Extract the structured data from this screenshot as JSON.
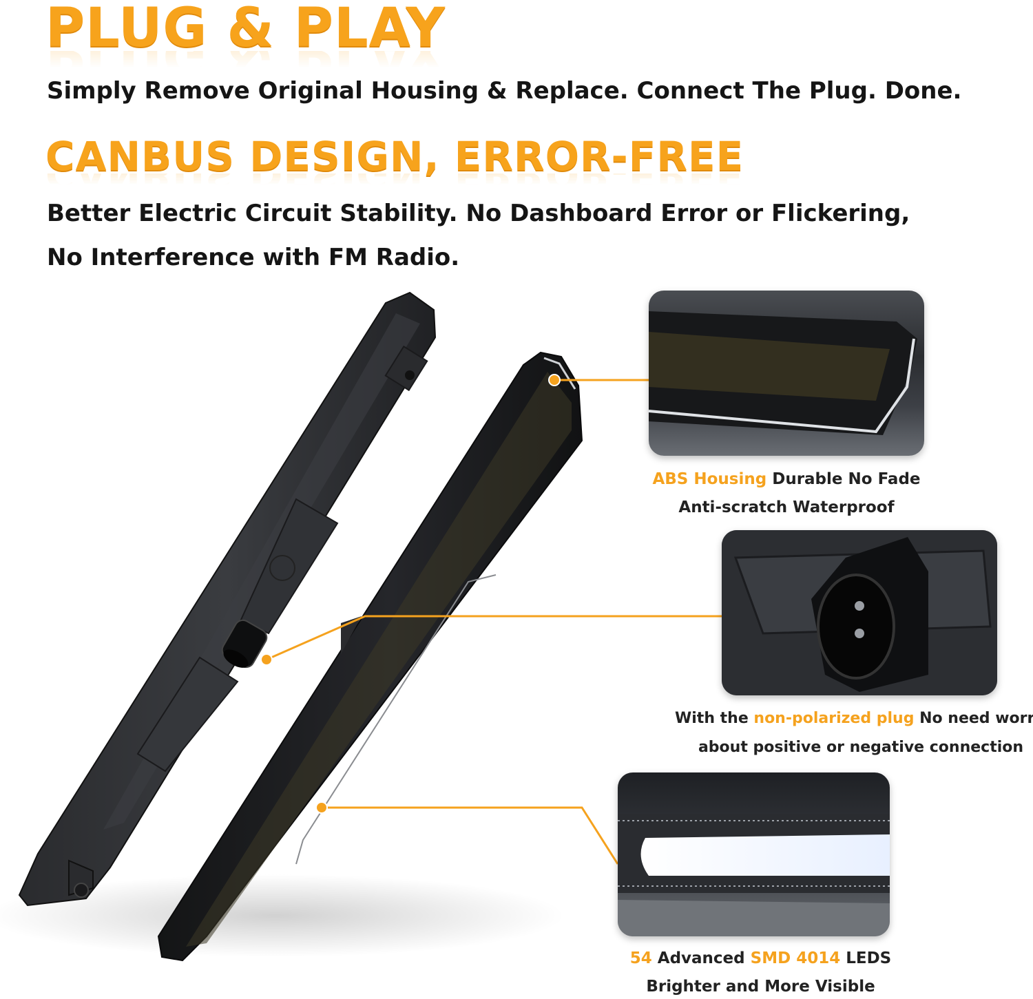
{
  "headlines": {
    "plug_play": "PLUG & PLAY",
    "canbus": "CANBUS DESIGN, ERROR-FREE"
  },
  "sublines": {
    "plug_play_desc": "Simply Remove Original Housing & Replace. Connect The Plug. Done.",
    "canbus_desc_line1": "Better Electric Circuit Stability. No Dashboard Error or Flickering,",
    "canbus_desc_line2": "No Interference with FM Radio."
  },
  "features": {
    "housing": {
      "highlight": "ABS Housing",
      "line1_rest": " Durable No Fade",
      "line2": "Anti-scratch Waterproof"
    },
    "plug": {
      "prefix": "With the ",
      "highlight": "non-polarized plug",
      "line1_rest": " No need worry",
      "line2": "about positive or negative connection"
    },
    "leds": {
      "count": "54",
      "mid": " Advanced ",
      "highlight": "SMD 4014",
      "suffix": " LEDS",
      "line2": "Brighter and More Visible"
    }
  },
  "colors": {
    "accent": "#f5a21e",
    "text": "#151515",
    "lens": "#1b1c1e"
  }
}
